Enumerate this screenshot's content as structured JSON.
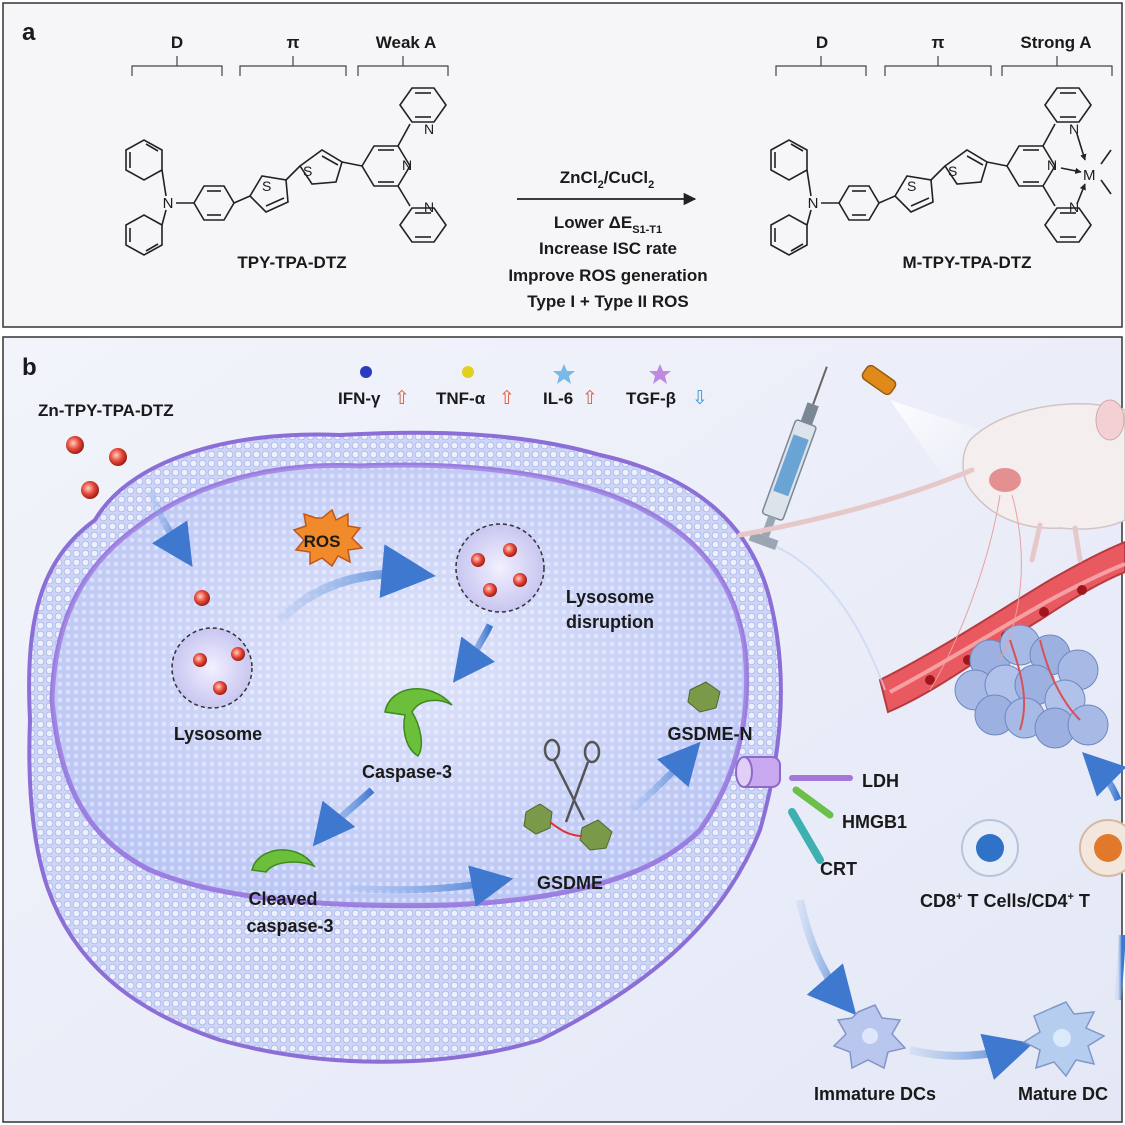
{
  "panel_a": {
    "letter": "a",
    "left": {
      "labels": {
        "donor": "D",
        "pi": "π",
        "acceptor": "Weak A"
      },
      "compound": "TPY-TPA-DTZ"
    },
    "right": {
      "labels": {
        "donor": "D",
        "pi": "π",
        "acceptor": "Strong A"
      },
      "compound": "M-TPY-TPA-DTZ"
    },
    "reagent": {
      "base": "ZnCl",
      "sub1": "2",
      "mid": "/CuCl",
      "sub2": "2"
    },
    "effects": {
      "lower_prefix": "Lower ΔE",
      "lower_sub": "S1-T1",
      "line2": "Increase ISC rate",
      "line3": "Improve ROS generation",
      "line4": "Type I + Type II ROS"
    },
    "atoms": {
      "N": "N",
      "S": "S",
      "M": "M"
    }
  },
  "panel_b": {
    "letter": "b",
    "drug": "Zn-TPY-TPA-DTZ",
    "cytokines": [
      {
        "name": "IFN-γ",
        "arrow": "⇧",
        "dir": "up",
        "color": "#2a3bbf"
      },
      {
        "name": "TNF-α",
        "arrow": "⇧",
        "dir": "up",
        "color": "#e0d020"
      },
      {
        "name": "IL-6",
        "arrow": "⇧",
        "dir": "up",
        "color": "#7ab8e8"
      },
      {
        "name": "TGF-β",
        "arrow": "⇩",
        "dir": "down",
        "color": "#c08ae0"
      }
    ],
    "ros": "ROS",
    "lysosome": "Lysosome",
    "lysosome_disruption": [
      "Lysosome",
      "disruption"
    ],
    "caspase3": "Caspase-3",
    "cleaved_caspase3": [
      "Cleaved",
      "caspase-3"
    ],
    "gsdme": "GSDME",
    "gsdme_n": "GSDME-N",
    "damps": [
      "LDH",
      "HMGB1",
      "CRT"
    ],
    "tcells": {
      "a": "CD8",
      "sup1": "+",
      "b": " T Cells/CD4",
      "sup2": "+",
      "c": " T"
    },
    "immature_dcs": "Immature DCs",
    "mature_dcs": "Mature DC"
  }
}
